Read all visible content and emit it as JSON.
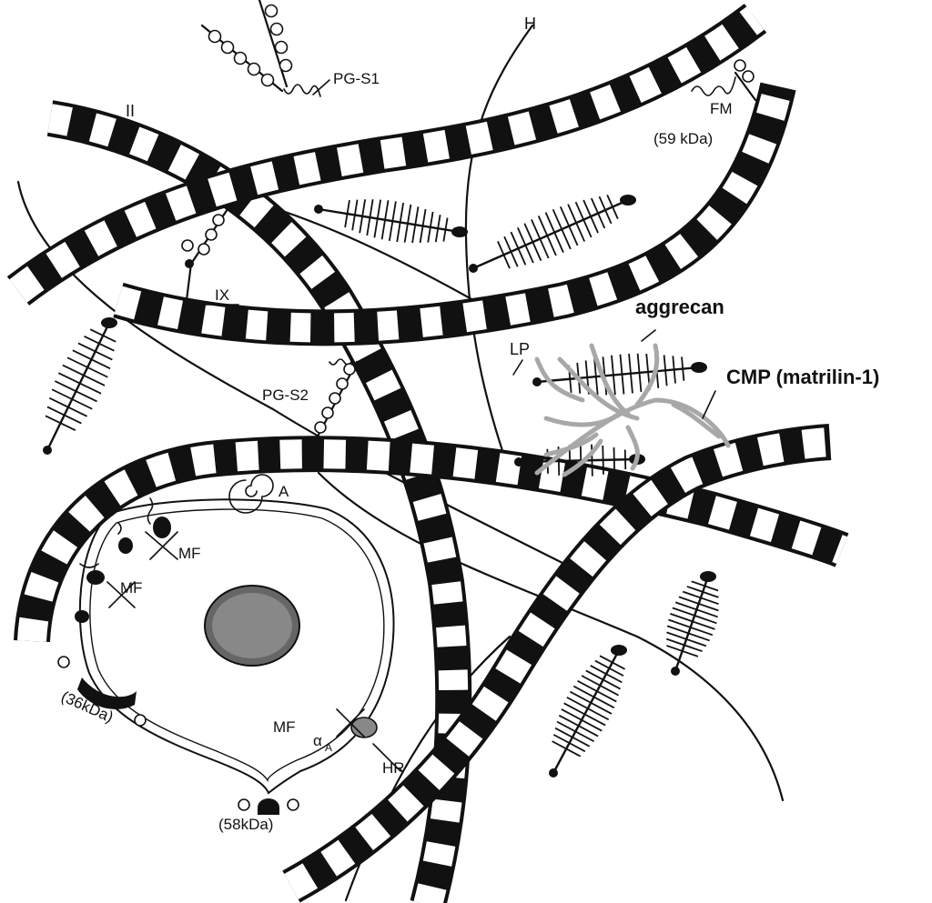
{
  "labels": {
    "collagen_ii": "II",
    "collagen_ix": "IX",
    "h": "H",
    "pg_s1": "PG-S1",
    "pg_s2": "PG-S2",
    "fm": "FM",
    "fm_kda": "(59 kDa)",
    "aggrecan": "aggrecan",
    "cmp": "CMP (matrilin-1)",
    "lp": "LP",
    "a": "A",
    "mf1": "MF",
    "mf2": "MF",
    "mf3": "MF",
    "alpha_a": "α",
    "alpha_sub": "A",
    "hr": "HR",
    "kda36": "(36kDa)",
    "kda58": "(58kDa)"
  },
  "colors": {
    "ink": "#111111",
    "matrilin": "#a8a8a8",
    "background": "#ffffff"
  }
}
